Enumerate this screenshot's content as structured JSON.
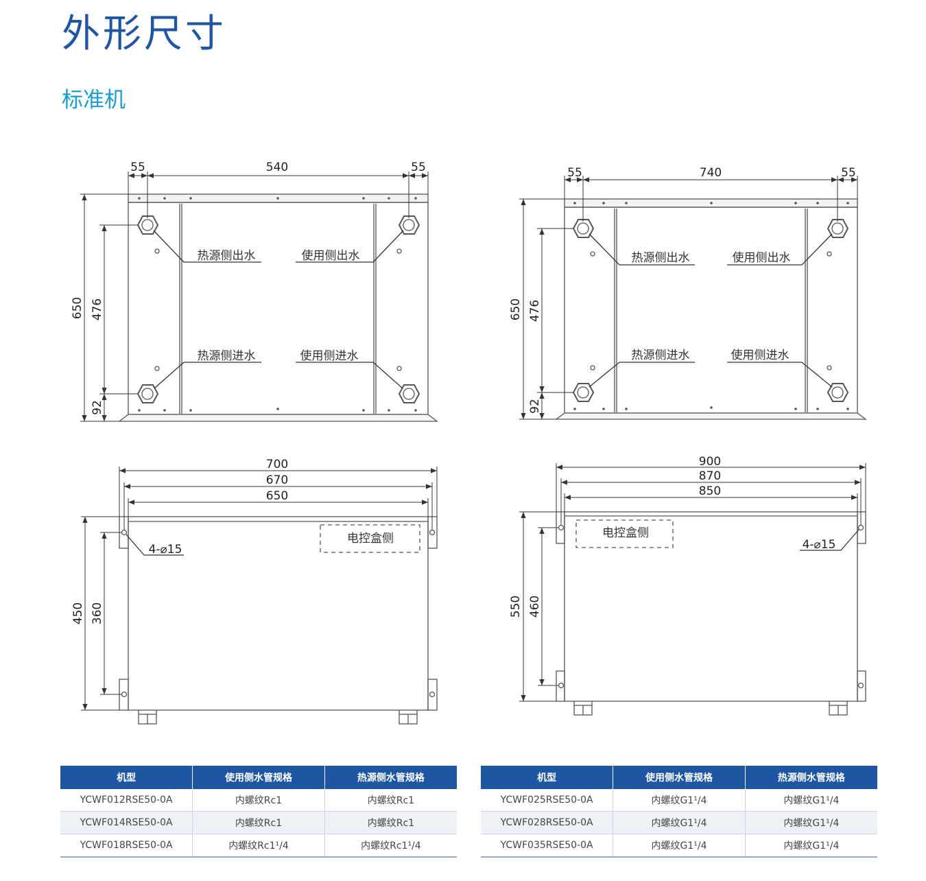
{
  "page": {
    "title": "外形尺寸",
    "subtitle": "标准机"
  },
  "diagrams": {
    "small_front": {
      "dims": [
        "55",
        "540",
        "55",
        "650",
        "476",
        "92"
      ],
      "labels": [
        "热源侧出水",
        "使用侧出水",
        "热源侧进水",
        "使用侧进水"
      ]
    },
    "large_front": {
      "dims": [
        "55",
        "740",
        "55",
        "650",
        "476",
        "92"
      ],
      "labels": [
        "热源侧出水",
        "使用侧出水",
        "热源侧进水",
        "使用侧进水"
      ]
    },
    "small_top": {
      "dims": [
        "700",
        "670",
        "650",
        "450",
        "360"
      ],
      "hole_label": "4-⌀15",
      "box_label": "电控盒侧"
    },
    "large_top": {
      "dims": [
        "900",
        "870",
        "850",
        "550",
        "460"
      ],
      "hole_label": "4-⌀15",
      "box_label": "电控盒侧"
    }
  },
  "tables": [
    {
      "headers": [
        "机型",
        "使用侧水管规格",
        "热源侧水管规格"
      ],
      "rows": [
        [
          "YCWF012RSE50-0A",
          "内螺纹Rc1",
          "内螺纹Rc1"
        ],
        [
          "YCWF014RSE50-0A",
          "内螺纹Rc1",
          "内螺纹Rc1"
        ],
        [
          "YCWF018RSE50-0A",
          "内螺纹Rc1¹/4",
          "内螺纹Rc1¹/4"
        ]
      ]
    },
    {
      "headers": [
        "机型",
        "使用侧水管规格",
        "热源侧水管规格"
      ],
      "rows": [
        [
          "YCWF025RSE50-0A",
          "内螺纹G1¹/4",
          "内螺纹G1¹/4"
        ],
        [
          "YCWF028RSE50-0A",
          "内螺纹G1¹/4",
          "内螺纹G1¹/4"
        ],
        [
          "YCWF035RSE50-0A",
          "内螺纹G1¹/4",
          "内螺纹G1¹/4"
        ]
      ]
    }
  ],
  "colors": {
    "title": "#1f56a4",
    "subtitle": "#1a9bd6",
    "table_header": "#1f56a4"
  }
}
